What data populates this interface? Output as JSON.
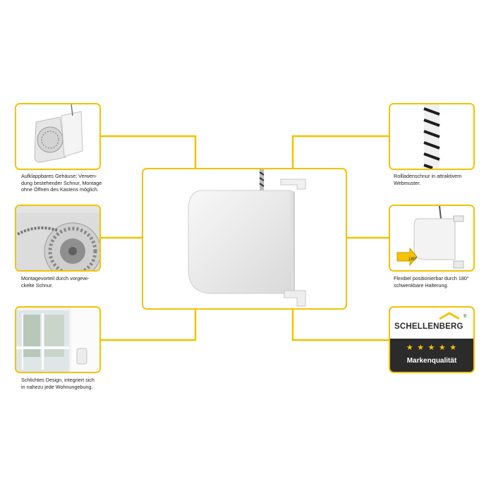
{
  "captions": {
    "housing": "Aufklappbares Gehäuse; Verwen-\ndung bestehender Schnur, Montage\nohne Öffnen des Kastens möglich.",
    "mounting": "Montagevorteil durch vorgewi-\nckelte Schnur.",
    "design": "Schlichtes Design, integriert sich\nin nahezu jede Wohnungebung.",
    "cord": "Rollladenschnur in attraktivem\nWebmuster.",
    "swivel": "Flexibel positionierbar durch 180°\nschwenkbare Halterung."
  },
  "swivel_label": "180°",
  "brand": {
    "name": "SCHELLENBERG",
    "registered": "®",
    "stars": "★ ★ ★ ★ ★",
    "tagline": "Markenqualität"
  },
  "colors": {
    "accent": "#f2c200",
    "badge_dark": "#2b2b2b",
    "star": "#f5c300"
  },
  "icons": [
    "product-image",
    "housing-open-image",
    "cord-reel-image",
    "window-image",
    "cord-image",
    "swivel-bracket-image",
    "schellenberg-logo"
  ]
}
